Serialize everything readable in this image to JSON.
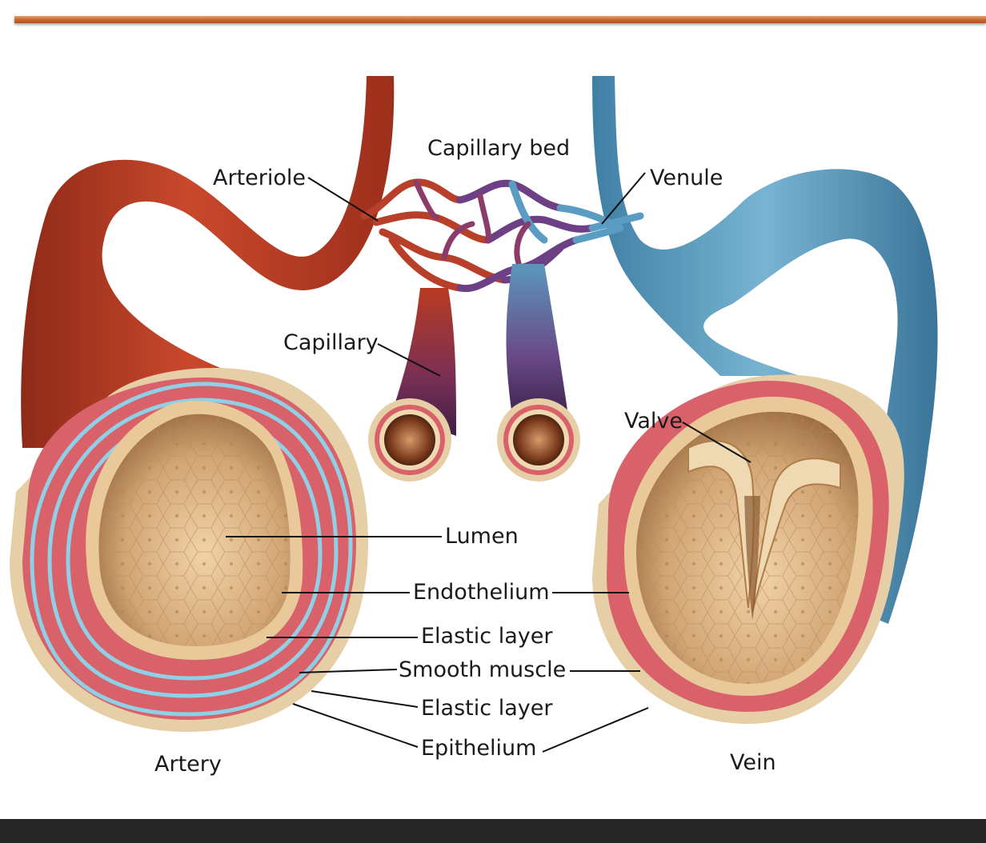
{
  "labels": {
    "capillary_bed": "Capillary bed",
    "arteriole": "Arteriole",
    "venule": "Venule",
    "capillary": "Capillary",
    "valve": "Valve",
    "lumen": "Lumen",
    "endothelium": "Endothelium",
    "elastic_layer_inner": "Elastic layer",
    "smooth_muscle": "Smooth muscle",
    "elastic_layer_outer": "Elastic layer",
    "epithelium": "Epithelium",
    "artery": "Artery",
    "vein": "Vein"
  },
  "colors": {
    "artery_red": "#b53a22",
    "vein_blue": "#4f90b4",
    "capillary_purple": "#6b3f7a",
    "muscle_pink": "#d9626a",
    "elastic_blue": "#8fd0e6",
    "lumen_tan": "#c99a68",
    "outer_tan": "#e6cfa6",
    "accent_rule": "#c8622b",
    "footer_bar": "#262626"
  }
}
